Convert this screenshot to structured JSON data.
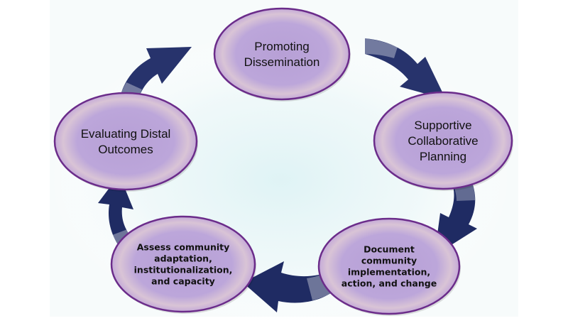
{
  "diagram": {
    "colors": {
      "node_fill": "#b9a2d8",
      "node_stroke": "#6b2c8a",
      "arrow": "#1f2b63",
      "background_glow": "#e4f4f6"
    },
    "nodes": [
      {
        "id": "promoting",
        "lines": [
          "Promoting",
          "Dissemination"
        ]
      },
      {
        "id": "supportive",
        "lines": [
          "Supportive",
          "Collaborative",
          "Planning"
        ]
      },
      {
        "id": "document",
        "lines": [
          "Document",
          "community",
          "implementation,",
          "action, and change"
        ]
      },
      {
        "id": "assess",
        "lines": [
          "Assess community",
          "adaptation,",
          "institutionalization,",
          "and capacity"
        ]
      },
      {
        "id": "evaluating",
        "lines": [
          "Evaluating Distal",
          "Outcomes"
        ]
      }
    ],
    "arrows": [
      {
        "from": "promoting",
        "to": "supportive"
      },
      {
        "from": "supportive",
        "to": "document"
      },
      {
        "from": "document",
        "to": "assess"
      },
      {
        "from": "assess",
        "to": "evaluating"
      },
      {
        "from": "evaluating",
        "to": "promoting"
      }
    ]
  }
}
